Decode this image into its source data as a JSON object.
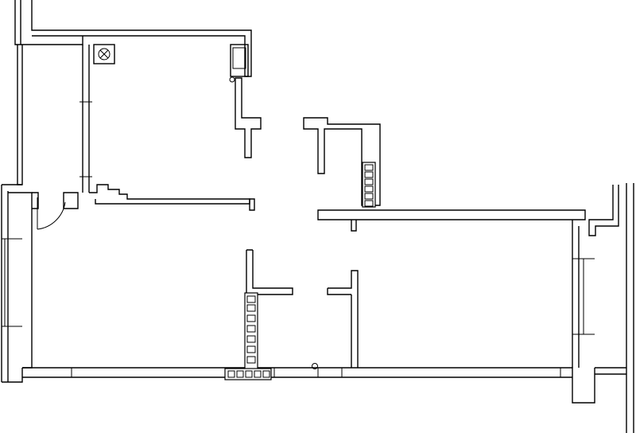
{
  "diagram": {
    "type": "architectural-floor-plan",
    "text_labels": [],
    "colors": {
      "background": "#ffffff",
      "line": "#000000"
    },
    "symbols": [
      "boiler-icon",
      "stove-icon",
      "door-swing",
      "ventilation-shaft-blocks",
      "sink-drain-circle"
    ]
  }
}
